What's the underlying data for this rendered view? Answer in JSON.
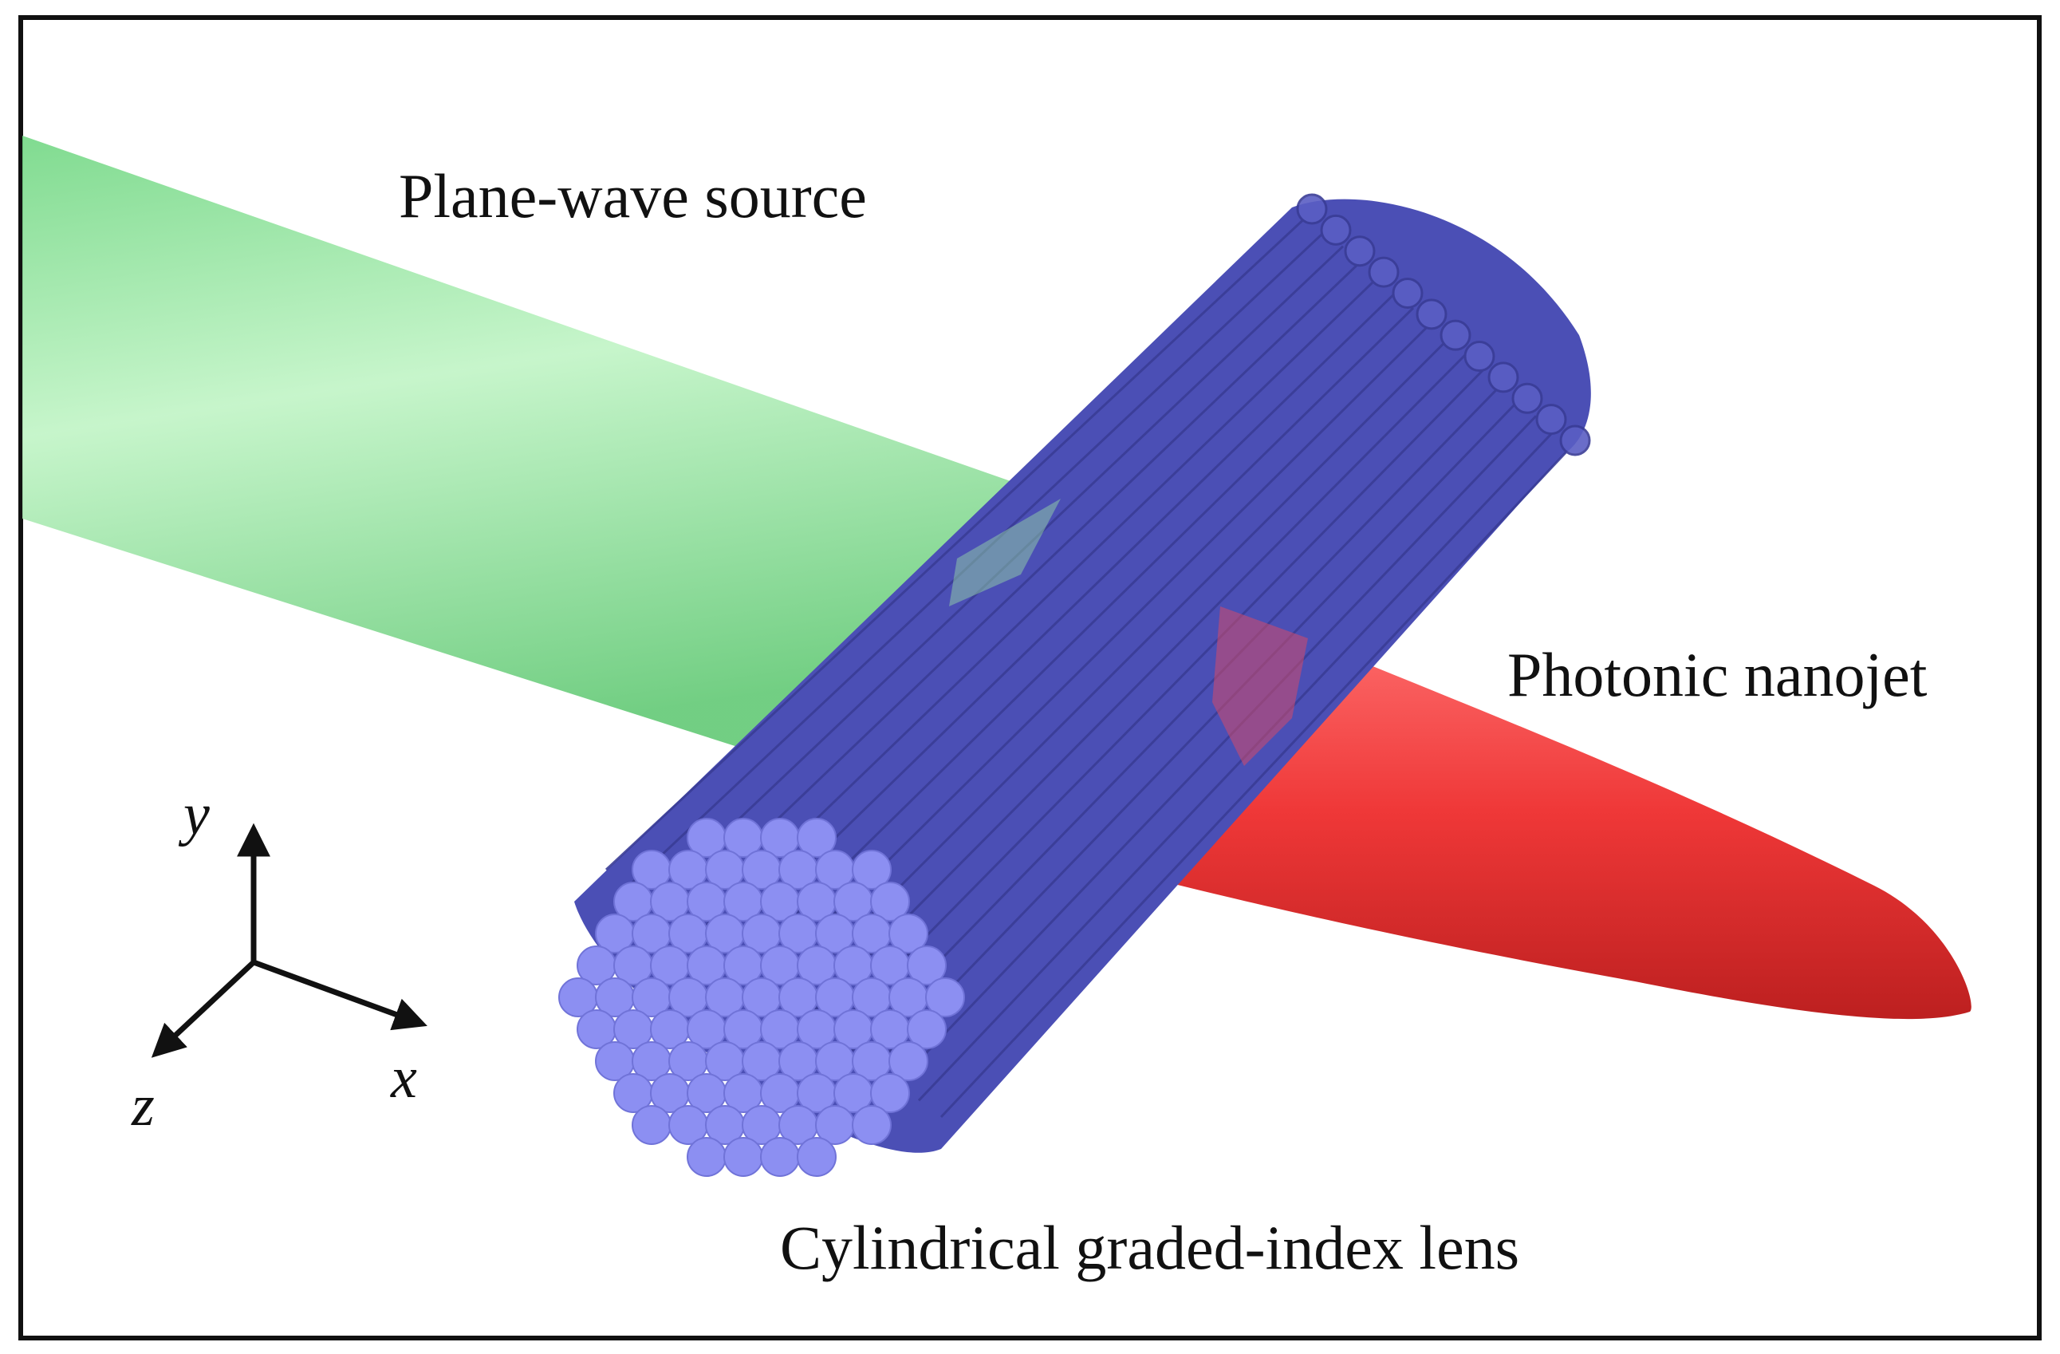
{
  "labels": {
    "source": "Plane-wave source",
    "lens": "Cylindrical graded-index lens",
    "jet": "Photonic nanojet"
  },
  "axes": {
    "x": "x",
    "y": "y",
    "z": "z"
  },
  "colors": {
    "source": "#8fe39a",
    "lens": "#5f63c9",
    "lens_face": "#8c8ff2",
    "jet": "#ef3b3b",
    "frame": "#111111"
  },
  "icons": [
    "axis-triad-icon"
  ]
}
